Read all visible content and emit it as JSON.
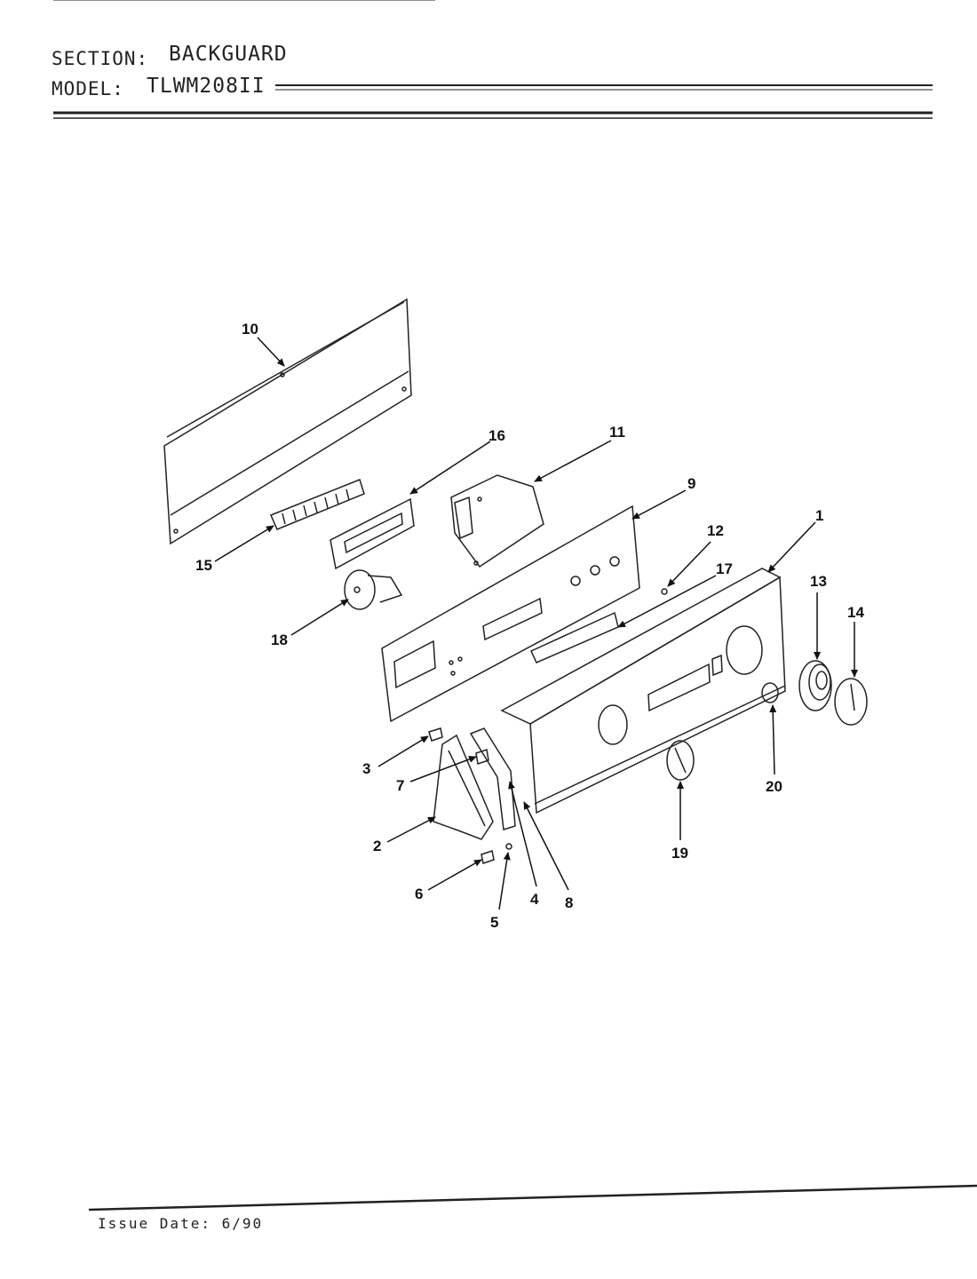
{
  "header": {
    "section_label": "SECTION:",
    "section_value": "BACKGUARD",
    "model_label": "MODEL:",
    "model_value": "TLWM208II"
  },
  "footer": {
    "issue_date": "Issue Date: 6/90"
  },
  "callouts": {
    "c1": "1",
    "c2": "2",
    "c3": "3",
    "c4": "4",
    "c5": "5",
    "c6": "6",
    "c7": "7",
    "c8": "8",
    "c9": "9",
    "c10": "10",
    "c11": "11",
    "c12": "12",
    "c13": "13",
    "c14": "14",
    "c15": "15",
    "c16": "16",
    "c17": "17",
    "c18": "18",
    "c19": "19",
    "c20": "20"
  }
}
